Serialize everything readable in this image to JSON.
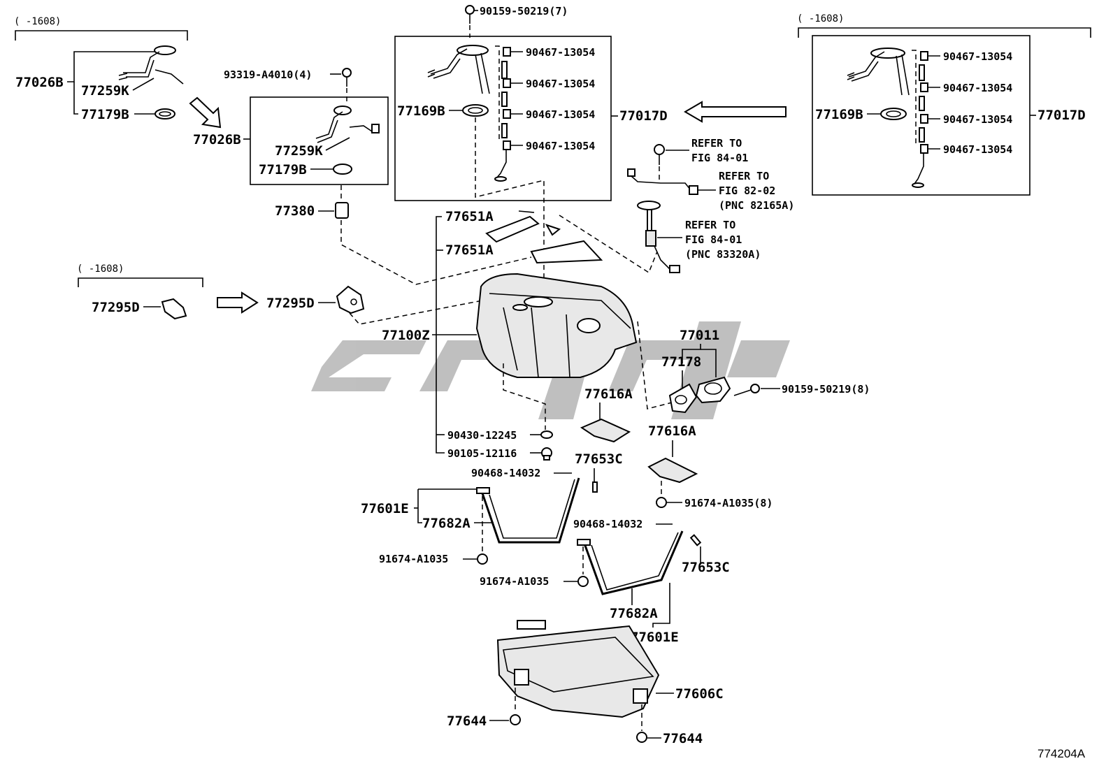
{
  "diagram_id": "774204A",
  "watermark_color": "#b5b5b5",
  "date_ranges": {
    "top_left": "(   -1608)",
    "top_right": "(   -1608)",
    "mid_left": "(   -1608)"
  },
  "parts": {
    "p77026B_a": "77026B",
    "p77259K_a": "77259K",
    "p77179B_a": "77179B",
    "p77026B_b": "77026B",
    "p77259K_b": "77259K",
    "p77179B_b": "77179B",
    "p93319": "93319-A4010(4)",
    "p77380": "77380",
    "p90159_7": "90159-50219(7)",
    "p90467_1": "90467-13054",
    "p90467_2": "90467-13054",
    "p90467_3": "90467-13054",
    "p90467_4": "90467-13054",
    "p77169B_a": "77169B",
    "p77017D_a": "77017D",
    "p90467_5": "90467-13054",
    "p90467_6": "90467-13054",
    "p90467_7": "90467-13054",
    "p90467_8": "90467-13054",
    "p77169B_b": "77169B",
    "p77017D_b": "77017D",
    "p77651A_a": "77651A",
    "p77651A_b": "77651A",
    "p77295D_a": "77295D",
    "p77295D_b": "77295D",
    "p77100Z": "77100Z",
    "p77011": "77011",
    "p77178": "77178",
    "p90159_8": "90159-50219(8)",
    "p77616A_a": "77616A",
    "p77616A_b": "77616A",
    "p90430": "90430-12245",
    "p90105": "90105-12116",
    "p90468_a": "90468-14032",
    "p77653C_a": "77653C",
    "p91674_8": "91674-A1035(8)",
    "p77601E_a": "77601E",
    "p77682A_a": "77682A",
    "p90468_b": "90468-14032",
    "p91674_a": "91674-A1035",
    "p77653C_b": "77653C",
    "p91674_b": "91674-A1035",
    "p77682A_b": "77682A",
    "p77601E_b": "77601E",
    "p77606C": "77606C",
    "p77644_a": "77644",
    "p77644_b": "77644"
  },
  "refs": {
    "r1_l1": "REFER TO",
    "r1_l2": "FIG 84-01",
    "r2_l1": "REFER TO",
    "r2_l2": "FIG 82-02",
    "r2_l3": "(PNC 82165A)",
    "r3_l1": "REFER TO",
    "r3_l2": "FIG 84-01",
    "r3_l3": "(PNC 83320A)"
  }
}
